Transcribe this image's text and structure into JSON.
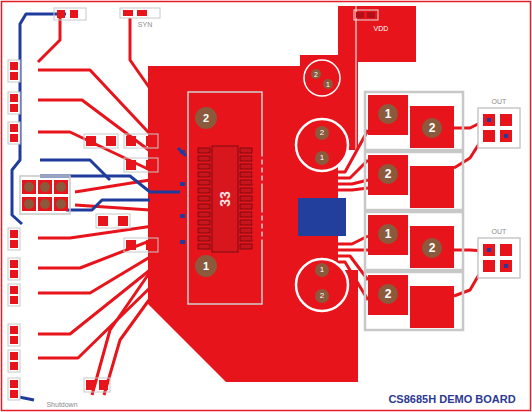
{
  "diagram": {
    "labels": [
      "SYN",
      "VDD",
      "2",
      "33",
      "2",
      "1",
      "1",
      "2",
      "1",
      "1",
      "2",
      "2",
      "1",
      "2",
      "2",
      "OUT",
      "OUT",
      "Shutdown",
      "CS8685H DEMO BOARD",
      "2",
      "1"
    ]
  }
}
